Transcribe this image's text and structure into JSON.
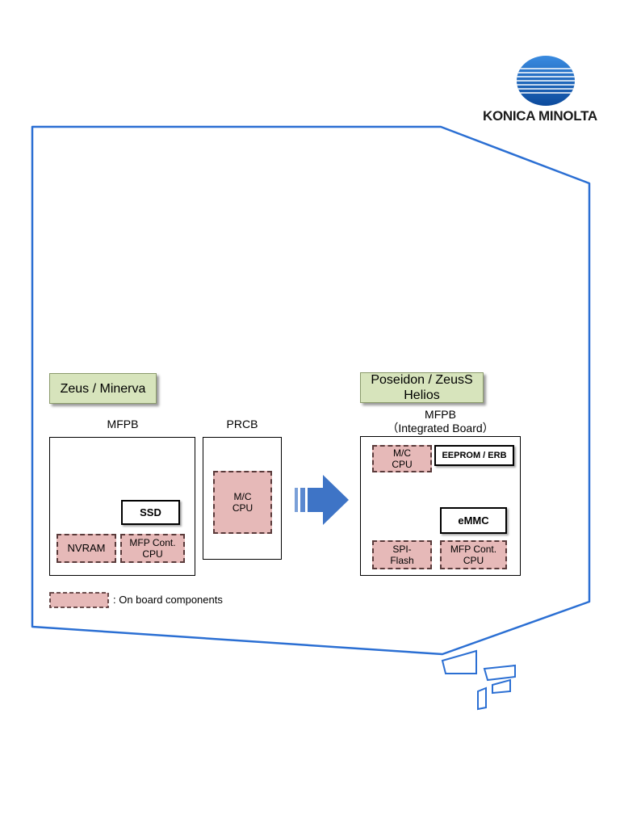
{
  "brand": {
    "name": "KONICA MINOLTA",
    "colors": {
      "blue": "#1f6fc0",
      "dark_blue": "#0d3f8a",
      "accent_outline": "#2b6fd3"
    }
  },
  "left_panel": {
    "title": "Zeus / Minerva",
    "boards": [
      {
        "label": "MFPB",
        "components": [
          {
            "label": "SSD",
            "kind": "discrete"
          },
          {
            "label": "NVRAM",
            "kind": "on-board"
          },
          {
            "label": "MFP Cont.\nCPU",
            "kind": "on-board"
          }
        ]
      },
      {
        "label": "PRCB",
        "components": [
          {
            "label": "M/C\nCPU",
            "kind": "on-board"
          }
        ]
      }
    ]
  },
  "right_panel": {
    "title": "Poseidon / ZeusS\nHelios",
    "boards": [
      {
        "label": "MFPB\n（Integrated Board）",
        "components": [
          {
            "label": "M/C\nCPU",
            "kind": "on-board"
          },
          {
            "label": "EEPROM / ERB",
            "kind": "discrete"
          },
          {
            "label": "eMMC",
            "kind": "discrete"
          },
          {
            "label": "SPI-\nFlash",
            "kind": "on-board"
          },
          {
            "label": "MFP Cont.\nCPU",
            "kind": "on-board"
          }
        ]
      }
    ]
  },
  "legend": {
    "label": ": On board components"
  }
}
